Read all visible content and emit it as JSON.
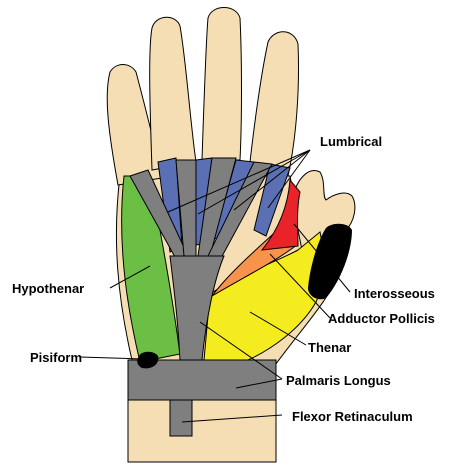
{
  "labels": {
    "lumbrical": "Lumbrical",
    "hypothenar": "Hypothenar",
    "interosseous": "Interosseous",
    "adductor_pollicis": "Adductor Pollicis",
    "thenar": "Thenar",
    "pisiform": "Pisiform",
    "palmaris_longus": "Palmaris Longus",
    "flexor_retinaculum": "Flexor Retinaculum"
  },
  "colors": {
    "skin": "#f5deb3",
    "tendon_gray": "#7f7f7f",
    "lumbrical_blue": "#5b6fb4",
    "hypothenar_green": "#6bbf45",
    "thenar_yellow": "#f4ec1e",
    "adductor_orange": "#f7934c",
    "interosseous_red": "#e8232a",
    "bone_black": "#000000"
  }
}
